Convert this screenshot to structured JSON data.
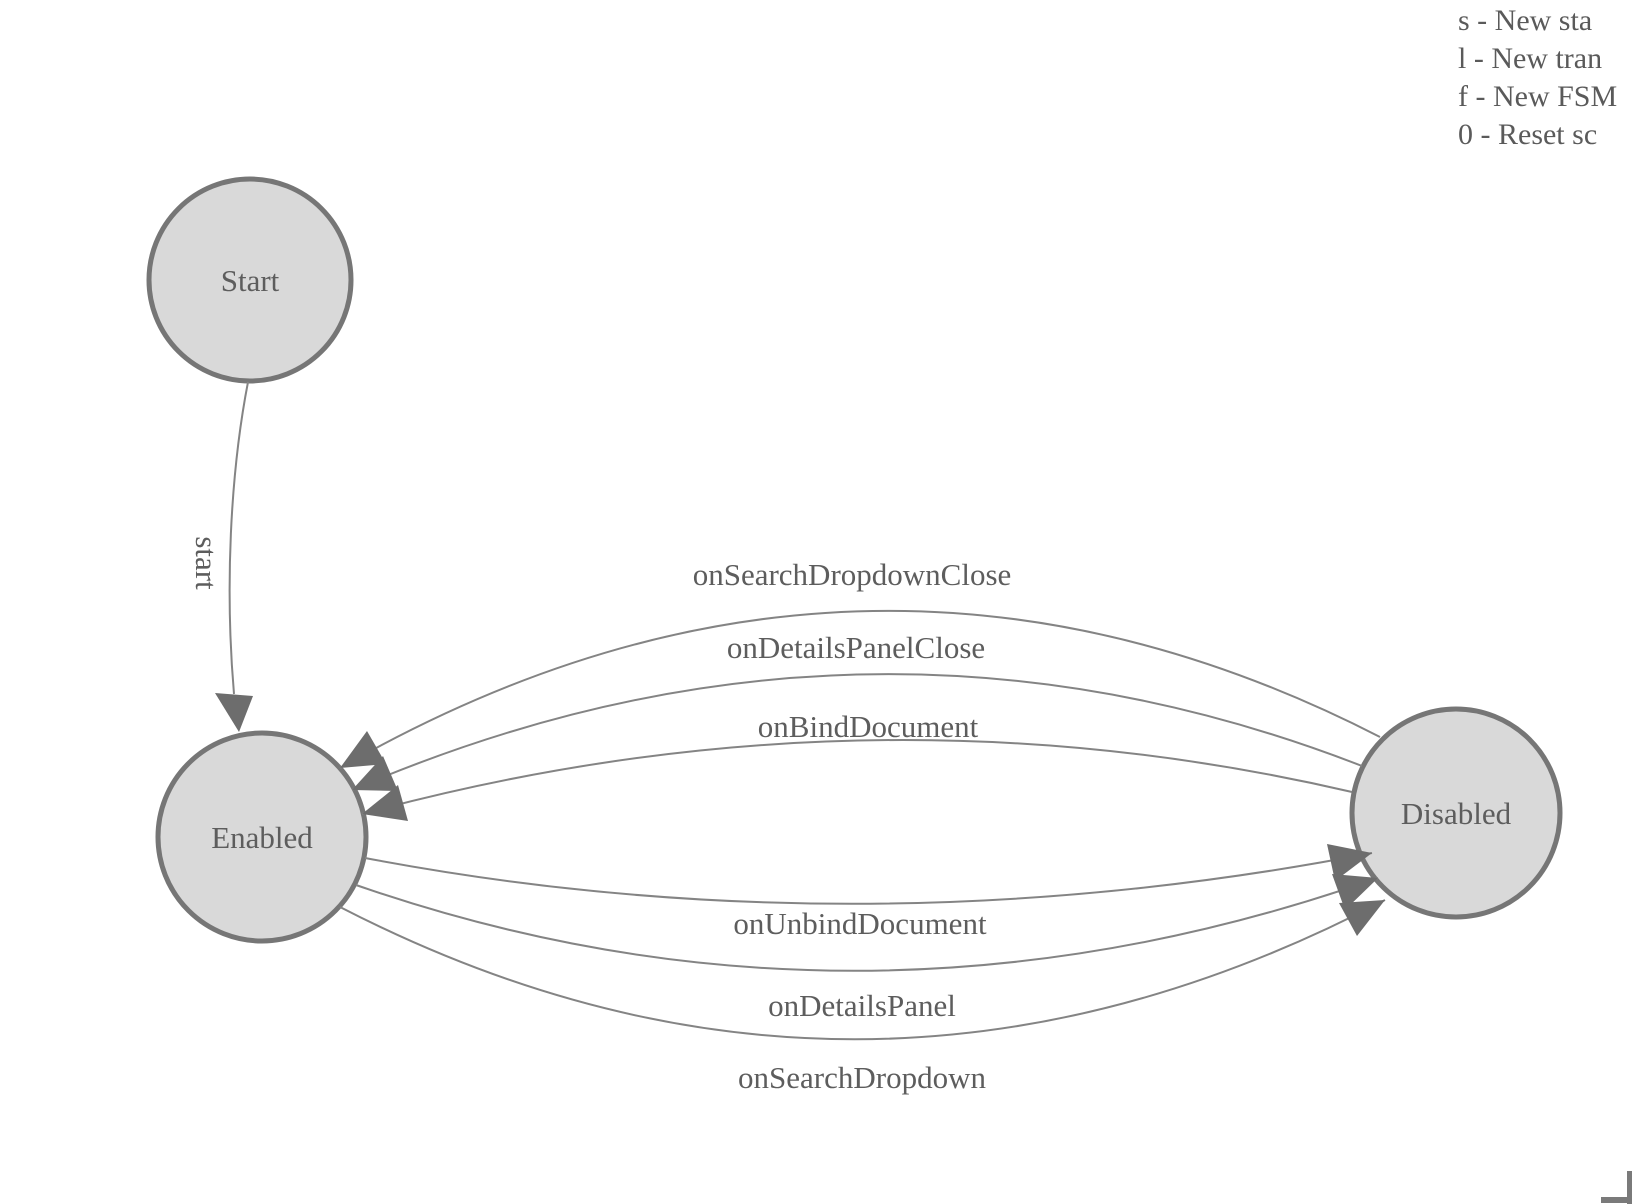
{
  "colors": {
    "background": "#ffffff",
    "node_fill": "#d9d9d9",
    "node_stroke": "#767676",
    "edge_stroke": "#848484",
    "arrow_fill": "#6d6d6d",
    "label_text": "#5d5d5d",
    "legend_text": "#5a5a5a"
  },
  "legend": {
    "lines": [
      "s - New sta",
      "l - New tran",
      "f - New FSM",
      "0 - Reset sc"
    ]
  },
  "states": [
    {
      "id": "start",
      "label": "Start"
    },
    {
      "id": "enabled",
      "label": "Enabled"
    },
    {
      "id": "disabled",
      "label": "Disabled"
    }
  ],
  "transitions": {
    "start_label": "start",
    "disabled_to_enabled": [
      "onSearchDropdownClose",
      "onDetailsPanelClose",
      "onBindDocument"
    ],
    "enabled_to_disabled": [
      "onUnbindDocument",
      "onDetailsPanel",
      "onSearchDropdown"
    ]
  }
}
